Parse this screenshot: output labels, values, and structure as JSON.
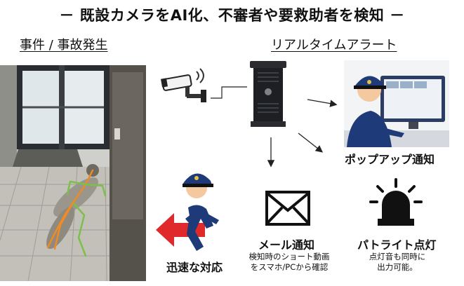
{
  "title": "－ 既設カメラをAI化、不審者や要救助者を検知 －",
  "left_header": "事件 / 事故発生",
  "right_header": "リアルタイムアラート",
  "popup_label": "ポップアップ通知",
  "mail_label": "メール通知",
  "mail_desc_line1": "検知時のショート動画",
  "mail_desc_line2": "をスマホ/PCから確認",
  "patlite_label": "パトライト点灯",
  "patlite_desc_line1": "点灯音も同時に",
  "patlite_desc_line2": "出力可能。",
  "response_label": "迅速な対応",
  "icons": [
    "camera-icon",
    "server-icon",
    "operator-icon",
    "guard-running-icon",
    "mail-icon",
    "siren-icon"
  ],
  "colors": {
    "accent_red": "#e0292a",
    "navy": "#1f3a78",
    "pose_green": "#7cc04a",
    "pose_orange": "#f08a24"
  }
}
